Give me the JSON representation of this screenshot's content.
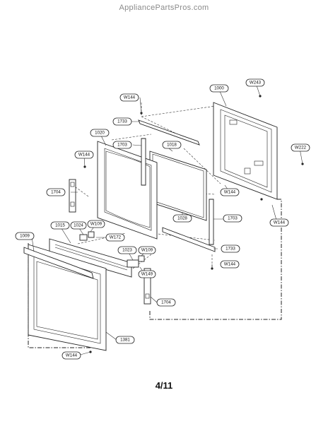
{
  "watermark": "AppliancePartsPros.com",
  "page_number": "4/11",
  "labels": {
    "l1000": "1000",
    "l1001": "W243",
    "lw144a": "W144",
    "l1733a": "1733",
    "l1020": "1020",
    "l1703a": "1703",
    "l1018": "1018",
    "lw144b": "W144",
    "lw222": "W222",
    "l1704a": "1704",
    "lw144c": "W144",
    "l1028": "1028",
    "l1703b": "1703",
    "lw144d": "W144",
    "l1015": "1015",
    "l1024": "1024",
    "lw109a": "W109",
    "lw172": "W172",
    "l1009": "1009",
    "l1023": "1023",
    "lw109b": "W109",
    "l1733b": "1733",
    "lw149": "W149",
    "lw144e": "W144",
    "l1704b": "1704",
    "l1381": "1381",
    "lw144f": "W144"
  }
}
